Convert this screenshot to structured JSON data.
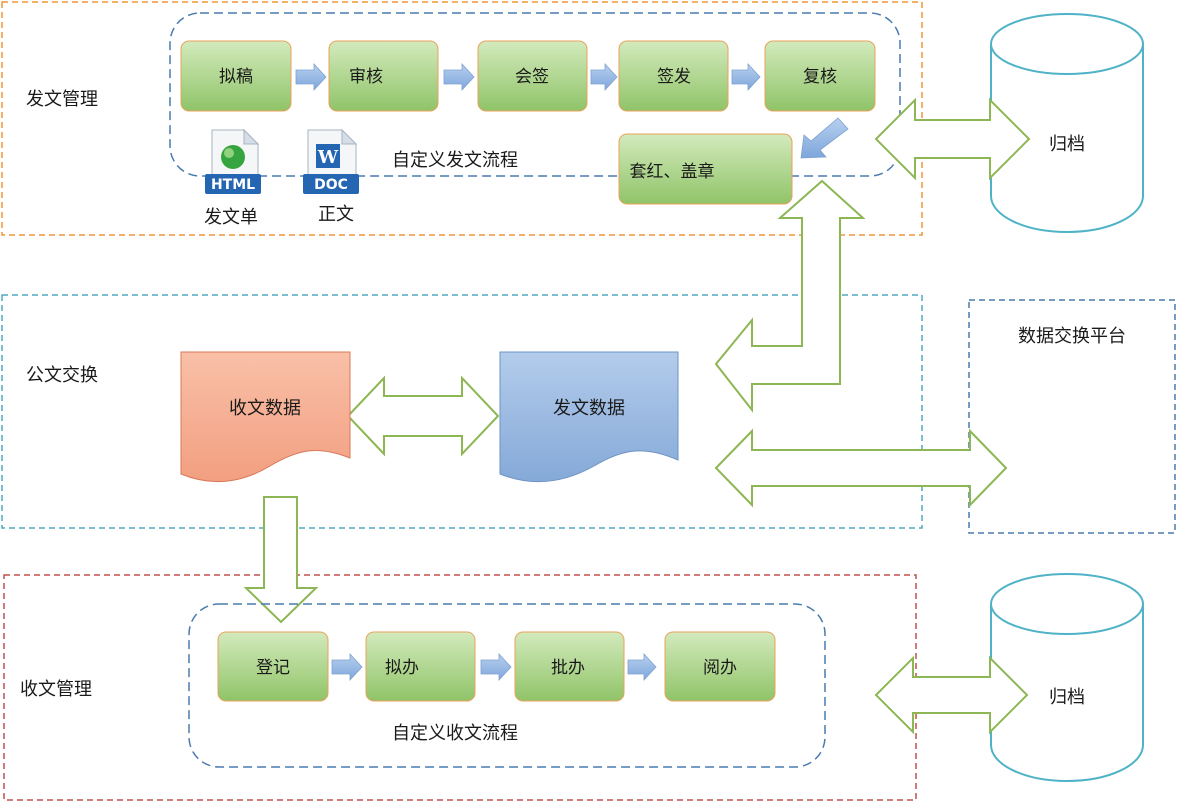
{
  "sections": {
    "send": {
      "title": "发文管理",
      "flow_label": "自定义发文流程"
    },
    "exchange": {
      "title": "公文交换",
      "received_data": "收文数据",
      "sent_data": "发文数据"
    },
    "receive": {
      "title": "收文管理",
      "flow_label": "自定义收文流程"
    },
    "platform": {
      "title": "数据交换平台"
    }
  },
  "send_steps": [
    {
      "label": "拟稿"
    },
    {
      "label": "审核"
    },
    {
      "label": "会签"
    },
    {
      "label": "签发"
    },
    {
      "label": "复核"
    }
  ],
  "seal_step": {
    "label": "套红、盖章"
  },
  "receive_steps": [
    {
      "label": "登记"
    },
    {
      "label": "拟办"
    },
    {
      "label": "批办"
    },
    {
      "label": "阅办"
    }
  ],
  "documents": {
    "html": {
      "icon_text": "HTML",
      "label": "发文单",
      "icon": "html-file-icon"
    },
    "doc": {
      "icon_text": "DOC",
      "badge": "W",
      "label": "正文",
      "icon": "doc-file-icon"
    }
  },
  "archives": {
    "top": {
      "label": "归档"
    },
    "bottom": {
      "label": "归档"
    }
  },
  "colors": {
    "send_border": "#f0953a",
    "exchange_border": "#4fa9c0",
    "receive_border": "#c4514f",
    "platform_border": "#4a7bb0",
    "flow_border": "#4a7bb0",
    "step_fill_top": "#cde6b3",
    "step_fill_bottom": "#92c46a",
    "step_border": "#e8a35a",
    "small_arrow": "#8eb5e3",
    "hollow_arrow_stroke": "#8db654",
    "cylinder_stroke": "#4fb3c7",
    "received_fill": "#f5a58a",
    "sent_fill": "#8fb2dc"
  }
}
